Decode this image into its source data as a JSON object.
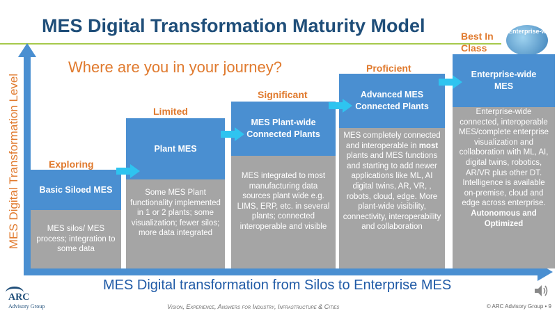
{
  "title": "MES Digital Transformation Maturity Model",
  "question": "Where are you in your journey?",
  "y_axis_label": "MES Digital Transformation Level",
  "x_axis_label": "MES Digital transformation from Silos to Enterprise MES",
  "globe_label": "Enterprise-wide",
  "stages": [
    {
      "label": "Exploring",
      "heading": "Basic Siloed MES",
      "body": [
        "MES silos/ MES process; integration to some data"
      ]
    },
    {
      "label": "Limited",
      "heading": "Plant MES",
      "body": [
        "Some MES Plant functionality implemented in 1 or 2 plants; some visualization; fewer silos; more data integrated"
      ]
    },
    {
      "label": "Significant",
      "heading": "MES Plant-wide Connected Plants",
      "body": [
        "MES integrated to most manufacturing data sources plant wide e.g. LIMS, ERP, etc. in several plants; connected interoperable and visible"
      ]
    },
    {
      "label": "Proficient",
      "heading": "Advanced MES Connected  Plants",
      "body_pre": "MES completely connected and interoperable in ",
      "body_bold": "most",
      "body_post": " plants and MES functions and starting to add newer applications like ML, AI digital twins, AR, VR, , robots, cloud, edge. More plant-wide visibility, connectivity, interoperability  and collaboration"
    },
    {
      "label": "Best In Class",
      "heading": "Enterprise-wide MES",
      "body": [
        "Enterprise-wide connected, interoperable MES/complete enterprise visualization and collaboration with ML, AI, digital twins, robotics, AR/VR plus other DT.  Intelligence is available on-premise, cloud and edge across enterprise."
      ],
      "body_bold": "Autonomous and Optimized"
    }
  ],
  "footer": {
    "logo_name": "ARC",
    "logo_sub": "Advisory Group",
    "tagline": "Vision, Experience, Answers for Industry, Infrastructure & Cities",
    "copyright": "© ARC Advisory Group • 9"
  },
  "colors": {
    "accent_blue": "#4a8fd1",
    "title_blue": "#1f4e79",
    "orange": "#e07a2e",
    "gray": "#a5a5a5",
    "connector_cyan": "#2ec4f0"
  }
}
